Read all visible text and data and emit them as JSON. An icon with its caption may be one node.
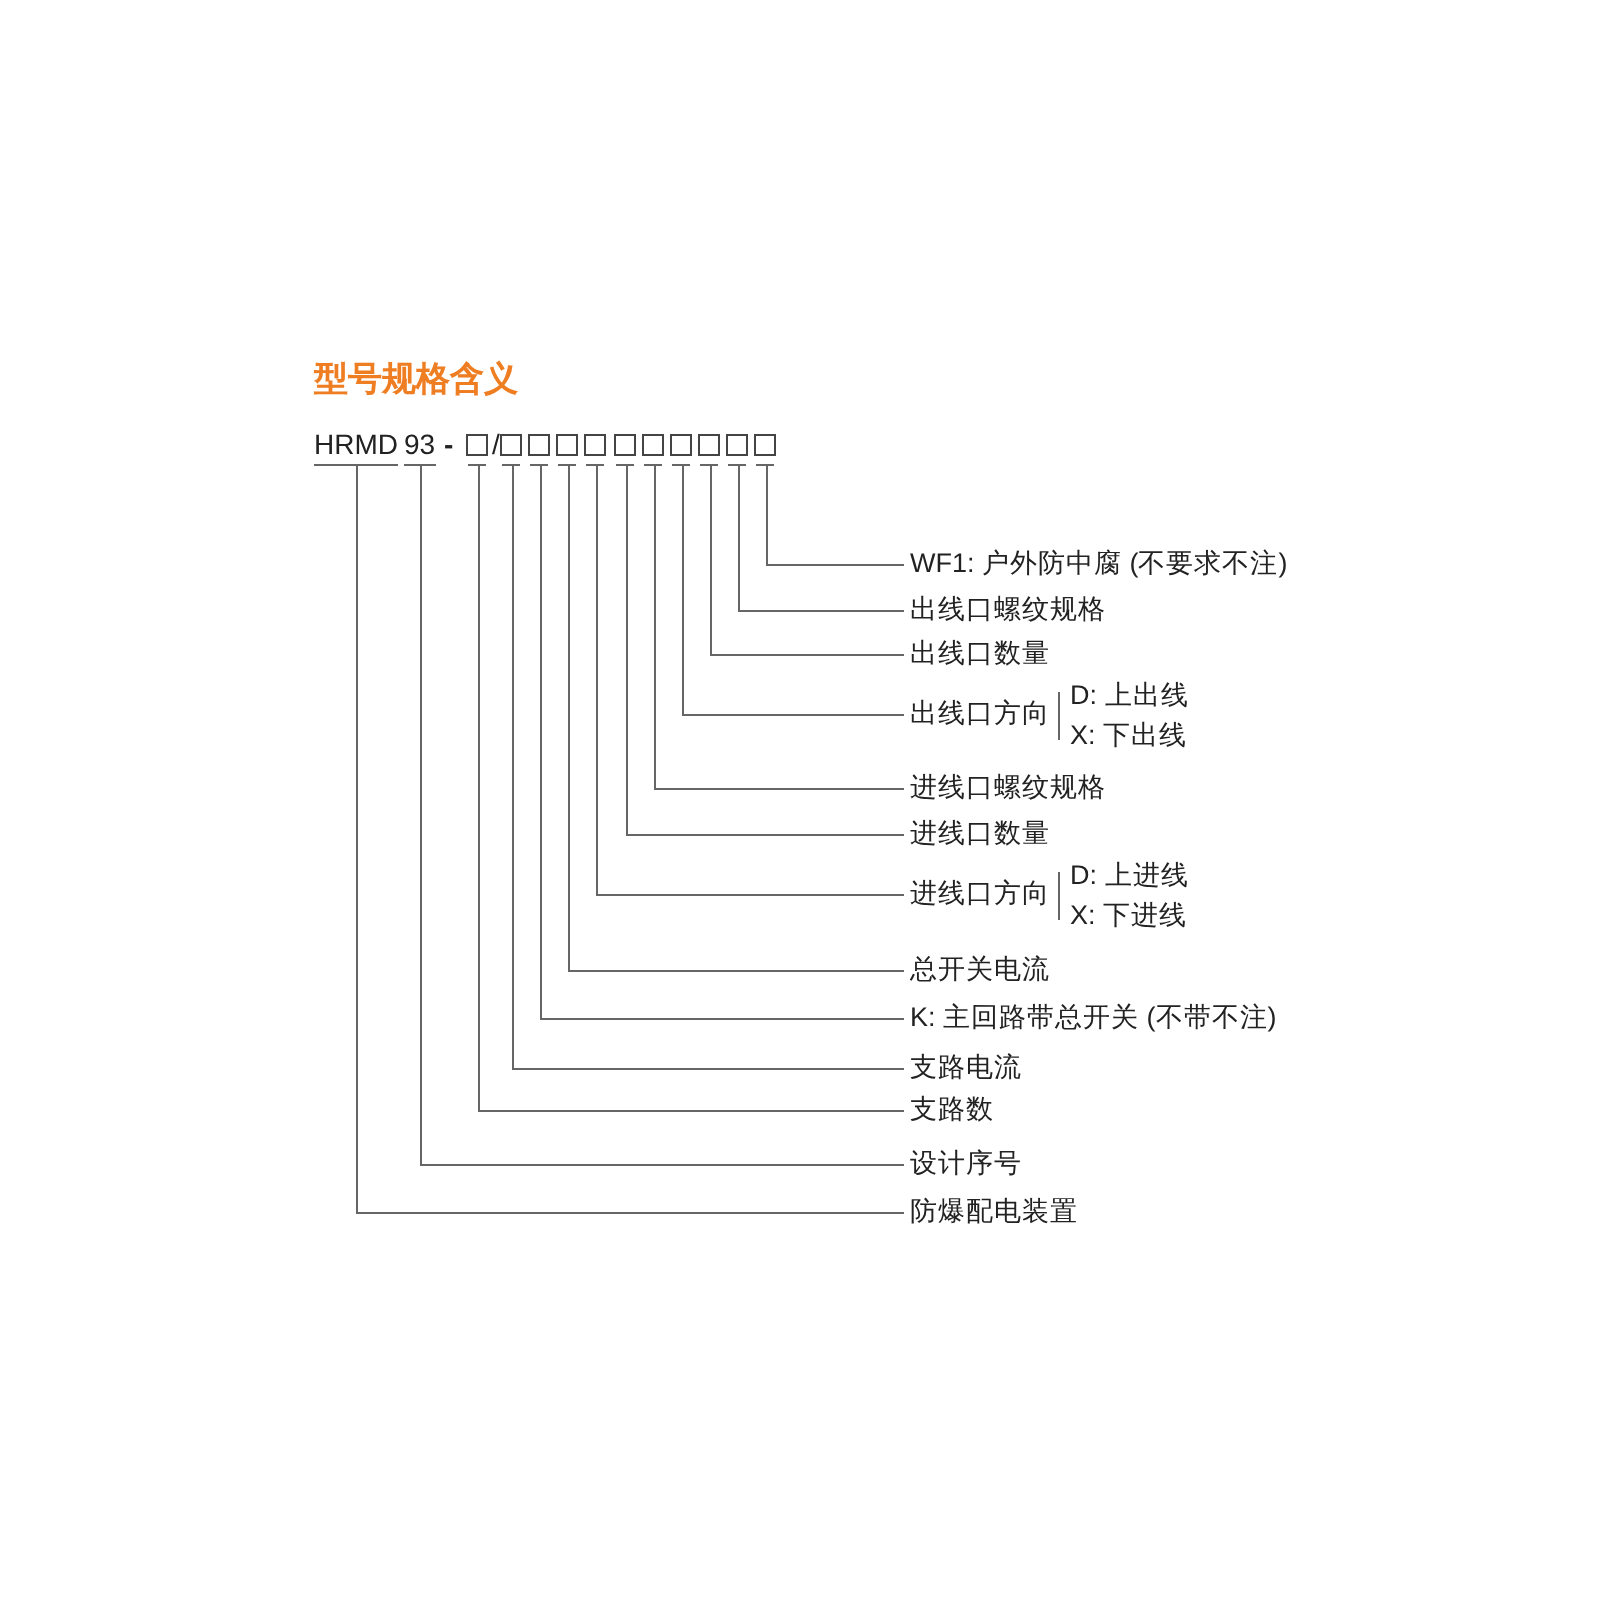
{
  "diagram": {
    "title": "型号规格含义",
    "nodes": [
      {
        "text": [
          "HRMD"
        ]
      },
      {
        "text": [
          "93"
        ]
      },
      {
        "text": [],
        "shape": "box"
      },
      {
        "text": [],
        "shape": "box"
      },
      {
        "text": [],
        "shape": "box"
      },
      {
        "text": [],
        "shape": "box"
      },
      {
        "text": [],
        "shape": "box"
      },
      {
        "text": [],
        "shape": "box"
      },
      {
        "text": [],
        "shape": "box"
      },
      {
        "text": [],
        "shape": "box"
      },
      {
        "text": [],
        "shape": "box"
      },
      {
        "text": [],
        "shape": "box"
      },
      {
        "text": [],
        "shape": "box"
      },
      {
        "text": [
          "WF1: 户外防中腐 (不要求不注)"
        ]
      },
      {
        "text": [
          "出线口螺纹规格"
        ]
      },
      {
        "text": [
          "出线口数量"
        ]
      },
      {
        "text": [
          "出线口方向"
        ],
        "beside": [
          "D: 上出线",
          "X: 下出线"
        ]
      },
      {
        "text": [
          "进线口螺纹规格"
        ]
      },
      {
        "text": [
          "进线口数量"
        ]
      },
      {
        "text": [
          "进线口方向"
        ],
        "beside": [
          "D: 上进线",
          "X: 下进线"
        ]
      },
      {
        "text": [
          "总开关电流"
        ]
      },
      {
        "text": [
          "K: 主回路带总开关 (不带不注)"
        ]
      },
      {
        "text": [
          "支路电流"
        ]
      },
      {
        "text": [
          "支路数"
        ]
      },
      {
        "text": [
          "设计序号"
        ]
      },
      {
        "text": [
          "防爆配电装置"
        ]
      }
    ],
    "edges": [
      {
        "from": 13,
        "to": 12,
        "arrow": "none"
      },
      {
        "from": 14,
        "to": 11,
        "arrow": "none"
      },
      {
        "from": 15,
        "to": 10,
        "arrow": "none"
      },
      {
        "from": 16,
        "to": 9,
        "arrow": "none"
      },
      {
        "from": 17,
        "to": 8,
        "arrow": "none"
      },
      {
        "from": 18,
        "to": 7,
        "arrow": "none"
      },
      {
        "from": 19,
        "to": 6,
        "arrow": "none"
      },
      {
        "from": 20,
        "to": 5,
        "arrow": "none"
      },
      {
        "from": 21,
        "to": 4,
        "arrow": "none"
      },
      {
        "from": 22,
        "to": 3,
        "arrow": "none"
      },
      {
        "from": 23,
        "to": 2,
        "arrow": "none"
      },
      {
        "from": 24,
        "to": 1,
        "arrow": "none"
      },
      {
        "from": 25,
        "to": 0,
        "arrow": "none"
      }
    ],
    "labels": [
      "-",
      "/"
    ]
  }
}
